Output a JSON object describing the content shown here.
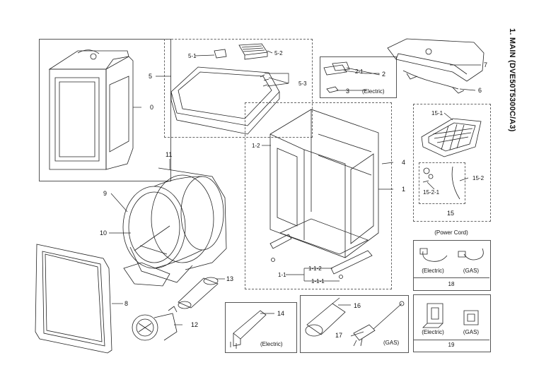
{
  "title": "1. MAIN (DVE50T5300C/A3)",
  "labels": {
    "p0": "0",
    "p1": "1",
    "p1_1": "1-1",
    "p1_1_1": "1-1-1",
    "p1_1_2": "1-1-2",
    "p1_2": "1-2",
    "p2": "2",
    "p2_1": "2-1",
    "p3": "3",
    "p4": "4",
    "p5": "5",
    "p5_1": "5-1",
    "p5_2": "5-2",
    "p5_3": "5-3",
    "p6": "6",
    "p7": "7",
    "p8": "8",
    "p9": "9",
    "p10": "10",
    "p11": "11",
    "p12": "12",
    "p13": "13",
    "p14": "14",
    "p15": "15",
    "p15_1": "15-1",
    "p15_2": "15-2",
    "p15_2_1": "15-2-1",
    "p16": "16",
    "p17": "17",
    "p18": "18",
    "p19": "19"
  },
  "captions": {
    "electric_2": "(Electric)",
    "power_cord": "(Power Cord)",
    "electric_18": "(Electric)",
    "gas_18": "(GAS)",
    "electric_19": "(Electric)",
    "gas_19": "(GAS)",
    "electric_14": "(Electric)",
    "gas_17": "(GAS)"
  }
}
